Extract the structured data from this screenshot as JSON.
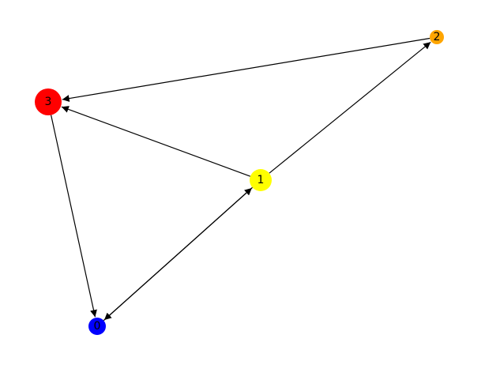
{
  "graph": {
    "directed": true,
    "nodes": [
      {
        "id": "0",
        "label": "0",
        "color": "#0000ff"
      },
      {
        "id": "1",
        "label": "1",
        "color": "#ffff00"
      },
      {
        "id": "2",
        "label": "2",
        "color": "#ffa500"
      },
      {
        "id": "3",
        "label": "3",
        "color": "#ff0000"
      }
    ],
    "edges": [
      {
        "source": "1",
        "target": "0"
      },
      {
        "source": "0",
        "target": "1"
      },
      {
        "source": "1",
        "target": "2"
      },
      {
        "source": "1",
        "target": "3"
      },
      {
        "source": "2",
        "target": "3"
      },
      {
        "source": "3",
        "target": "0"
      }
    ],
    "edge_color": "#000000"
  }
}
